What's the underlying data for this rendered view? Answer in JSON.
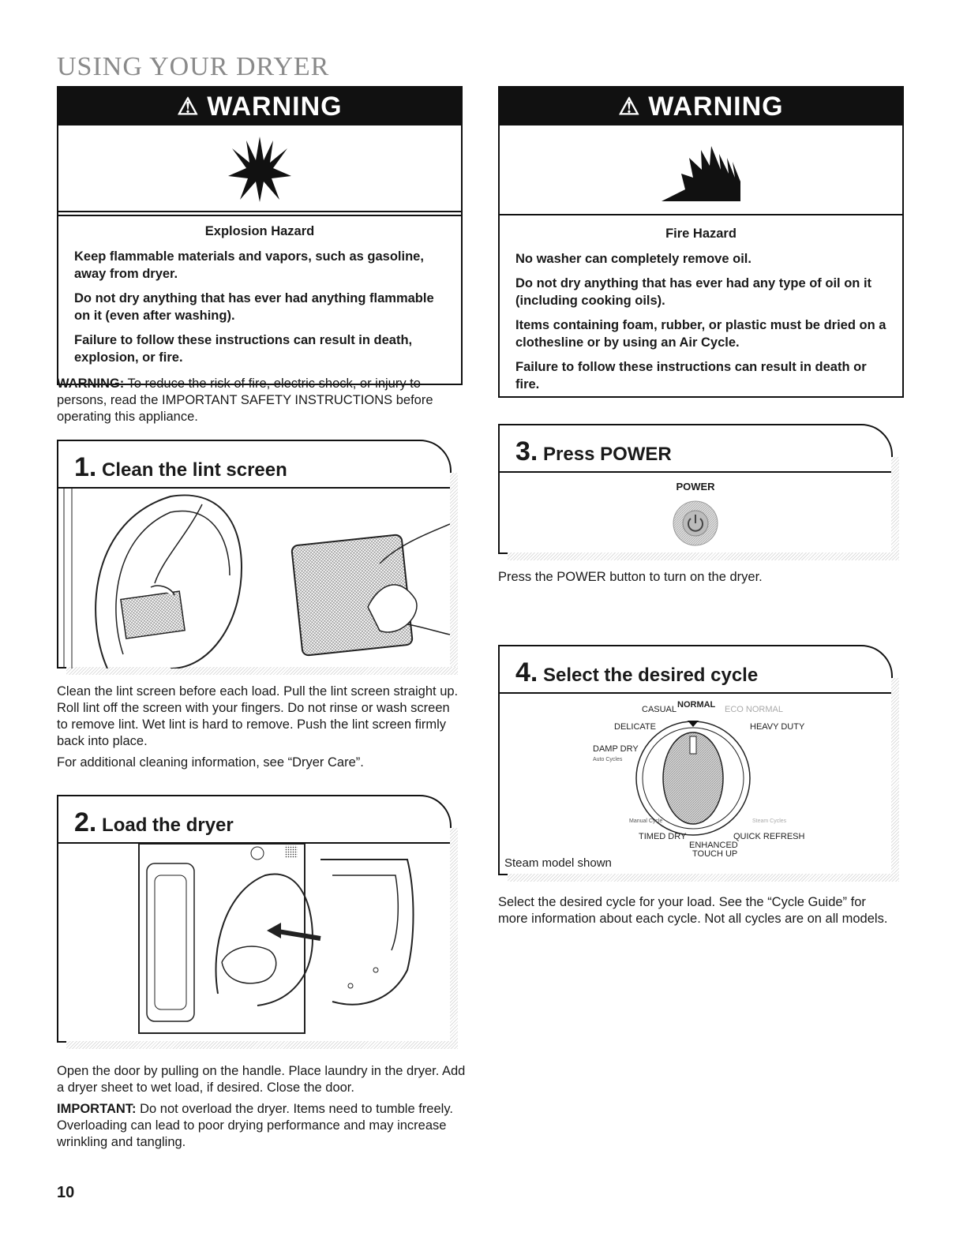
{
  "page_title": "USING YOUR DRYER",
  "warning_left": {
    "heading": "WARNING",
    "hazard": "Explosion Hazard",
    "lines": [
      "Keep flammable materials and vapors, such as gasoline, away from dryer.",
      "Do not dry anything that has ever had anything flammable on it (even after washing).",
      "Failure to follow these instructions can result in death, explosion, or fire."
    ]
  },
  "warning_right": {
    "heading": "WARNING",
    "hazard": "Fire Hazard",
    "lines": [
      "No washer can completely remove oil.",
      "Do not dry anything that has ever had any type of oil on it (including cooking oils).",
      "Items containing foam, rubber, or plastic must be dried on a clothesline or by using an Air Cycle.",
      "Failure to follow these instructions can result in death or fire."
    ]
  },
  "safety_note": {
    "label": "WARNING:",
    "text": "To reduce the risk of fire, electric shock, or injury to persons, read the IMPORTANT SAFETY INSTRUCTIONS before operating this appliance."
  },
  "step1": {
    "num": "1.",
    "title": "Clean the lint screen",
    "text": "Clean the lint screen before each load. Pull the lint screen straight up. Roll lint off the screen with your fingers. Do not rinse or wash screen to remove lint. Wet lint is hard to remove. Push the lint screen firmly back into place.",
    "text2": "For additional cleaning information, see “Dryer Care”."
  },
  "step2": {
    "num": "2.",
    "title": "Load the dryer",
    "text": "Open the door by pulling on the handle. Place laundry in the dryer. Add a dryer sheet to wet load, if desired. Close the door.",
    "important_label": "IMPORTANT:",
    "important_text": "Do not overload the dryer. Items need to tumble freely. Overloading can lead to poor drying performance and may increase wrinkling and tangling."
  },
  "step3": {
    "num": "3.",
    "title": "Press POWER",
    "button_label": "POWER",
    "text": "Press the POWER button to turn on the dryer."
  },
  "step4": {
    "num": "4.",
    "title": "Select the desired cycle",
    "dial": {
      "normal": "NORMAL",
      "casual": "CASUAL",
      "eco_normal": "ECO NORMAL",
      "delicate": "DELICATE",
      "heavy_duty": "HEAVY DUTY",
      "damp_dry": "DAMP DRY",
      "auto_cycles": "Auto Cycles",
      "manual_cycle": "Manual Cycle",
      "steam_cycles": "Steam Cycles",
      "timed_dry": "TIMED DRY",
      "quick_refresh": "QUICK REFRESH",
      "enhanced": "ENHANCED",
      "touch_up": "TOUCH UP"
    },
    "caption": "Steam model shown",
    "text": "Select the desired cycle for your load. See the “Cycle Guide” for more information about each cycle. Not all cycles are on all models."
  },
  "page_number": "10"
}
